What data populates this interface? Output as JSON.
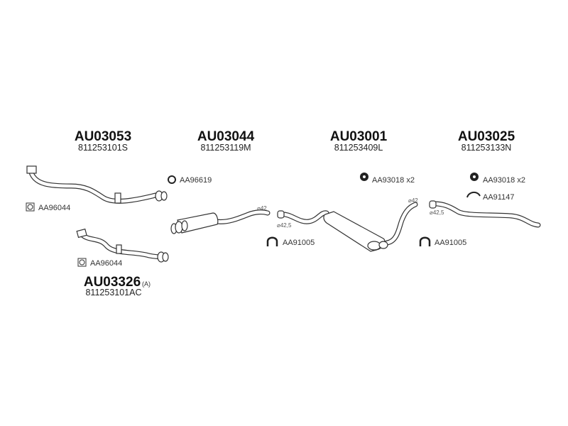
{
  "assemblies": [
    {
      "code": "AU03053",
      "oem": "811253101S"
    },
    {
      "code": "AU03044",
      "oem": "811253119M"
    },
    {
      "code": "AU03001",
      "oem": "811253409L"
    },
    {
      "code": "AU03025",
      "oem": "811253133N"
    },
    {
      "code": "AU03326",
      "oem": "811253101AC",
      "note": "(A)"
    }
  ],
  "accessories": {
    "ring_seal": "AA96619",
    "gasket_1": "AA96044",
    "gasket_2": "AA96044",
    "rubber_mount_1": "AA93018 x2",
    "rubber_mount_2": "AA93018 x2",
    "hanger": "AA91147",
    "clamp_1": "AA91005",
    "clamp_2": "AA91005"
  },
  "diameters": {
    "d1": "⌀42",
    "d2": "⌀42,5",
    "d3": "⌀42",
    "d4": "⌀42,5"
  }
}
